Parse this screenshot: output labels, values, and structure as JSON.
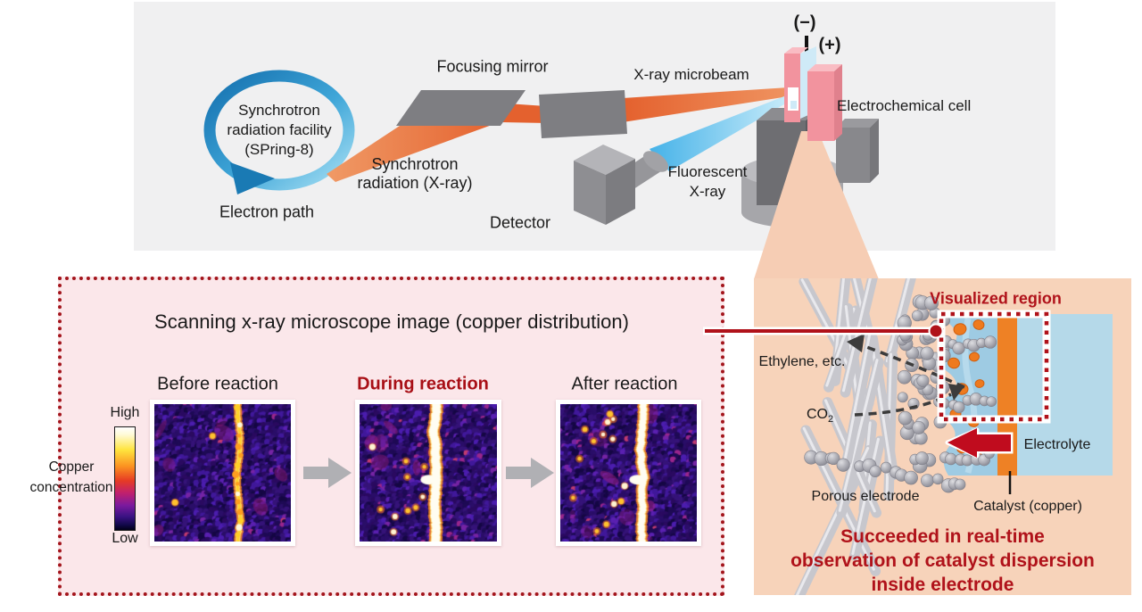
{
  "colors": {
    "accent_red": "#b0121a",
    "panel_gray": "#f0f0f1",
    "pink_box_bg": "#fbe7ea",
    "pink_box_border": "#a3151c",
    "orange_box_bg": "#f7d3ba",
    "beam_orange": "#e4612e",
    "beam_blue": "#45b2e8",
    "arrow_gray": "#b0b0b4",
    "red_arrow": "#c00c1e"
  },
  "apparatus": {
    "facility_line1": "Synchrotron",
    "facility_line2": "radiation facility",
    "facility_line3": "(SPring-8)",
    "electron_path": "Electron path",
    "radiation_line1": "Synchrotron",
    "radiation_line2": "radiation (X-ray)",
    "focusing_mirror": "Focusing mirror",
    "xray_microbeam": "X-ray microbeam",
    "fluorescent_line1": "Fluorescent",
    "fluorescent_line2": "X-ray",
    "detector": "Detector",
    "electrochemical_cell": "Electrochemical cell",
    "minus": "(−)",
    "plus": "(+)"
  },
  "microscope_panel": {
    "title": "Scanning x-ray microscope image (copper distribution)",
    "colorbar": {
      "high": "High",
      "low": "Low",
      "label_line1": "Copper",
      "label_line2": "concentration"
    },
    "frames": [
      {
        "label": "Before reaction",
        "emphasis": false,
        "line_pos": 0.615,
        "line_width": 3,
        "beads": true,
        "bump": false,
        "n_spots": 2,
        "seed": 5
      },
      {
        "label": "During reaction",
        "emphasis": true,
        "line_pos": 0.555,
        "line_width": 9,
        "beads": false,
        "bump": true,
        "n_spots": 10,
        "seed": 9
      },
      {
        "label": "After reaction",
        "emphasis": false,
        "line_pos": 0.6,
        "line_width": 7,
        "beads": false,
        "bump": true,
        "n_spots": 14,
        "seed": 14
      }
    ]
  },
  "cell_panel": {
    "visualized_region": "Visualized region",
    "ethylene": "Ethylene, etc.",
    "co2_main": "CO",
    "co2_sub": "2",
    "electrolyte": "Electrolyte",
    "porous_electrode": "Porous electrode",
    "catalyst": "Catalyst (copper)",
    "conclusion_line1": "Succeeded in real-time",
    "conclusion_line2": "observation of catalyst dispersion",
    "conclusion_line3": "inside electrode"
  }
}
